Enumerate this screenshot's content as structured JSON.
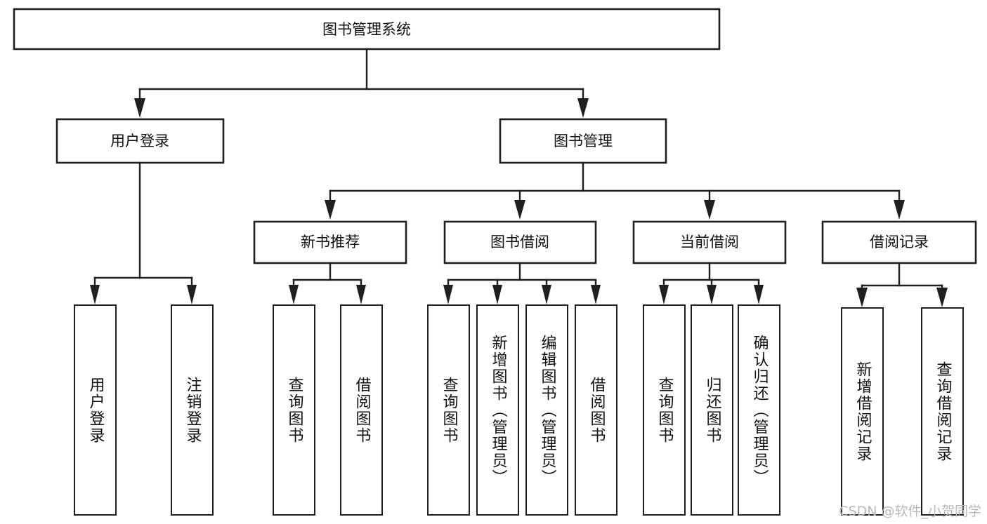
{
  "diagram": {
    "type": "tree-hierarchy",
    "title": "图书管理系统",
    "background_color": "#ffffff",
    "line_color": "#1f1f1f",
    "text_color": "#111111",
    "root": {
      "id": "root",
      "label": "图书管理系统"
    },
    "level2": [
      {
        "id": "user-login",
        "label": "用户登录"
      },
      {
        "id": "book-manage",
        "label": "图书管理"
      }
    ],
    "level3": [
      {
        "id": "new-book-rec",
        "label": "新书推荐",
        "parent": "book-manage"
      },
      {
        "id": "book-borrow",
        "label": "图书借阅",
        "parent": "book-manage"
      },
      {
        "id": "current-borrow",
        "label": "当前借阅",
        "parent": "book-manage"
      },
      {
        "id": "borrow-record",
        "label": "借阅记录",
        "parent": "book-manage"
      }
    ],
    "leaves": [
      {
        "id": "leaf-user-login",
        "label": "用户登录",
        "parent": "user-login"
      },
      {
        "id": "leaf-logout",
        "label": "注销登录",
        "parent": "user-login"
      },
      {
        "id": "leaf-query-book-1",
        "label": "查询图书",
        "parent": "new-book-rec"
      },
      {
        "id": "leaf-borrow-book-1",
        "label": "借阅图书",
        "parent": "new-book-rec"
      },
      {
        "id": "leaf-query-book-2",
        "label": "查询图书",
        "parent": "book-borrow"
      },
      {
        "id": "leaf-add-book",
        "label": "新增图书（管理员）",
        "parent": "book-borrow"
      },
      {
        "id": "leaf-edit-book",
        "label": "编辑图书（管理员）",
        "parent": "book-borrow"
      },
      {
        "id": "leaf-borrow-book-2",
        "label": "借阅图书",
        "parent": "book-borrow"
      },
      {
        "id": "leaf-query-book-3",
        "label": "查询图书",
        "parent": "current-borrow"
      },
      {
        "id": "leaf-return-book",
        "label": "归还图书",
        "parent": "current-borrow"
      },
      {
        "id": "leaf-confirm-return",
        "label": "确认归还（管理员）",
        "parent": "current-borrow"
      },
      {
        "id": "leaf-add-record",
        "label": "新增借阅记录",
        "parent": "borrow-record"
      },
      {
        "id": "leaf-query-record",
        "label": "查询借阅记录",
        "parent": "borrow-record"
      }
    ]
  },
  "watermark": {
    "text": "CSDN @软件_小贺同学"
  }
}
